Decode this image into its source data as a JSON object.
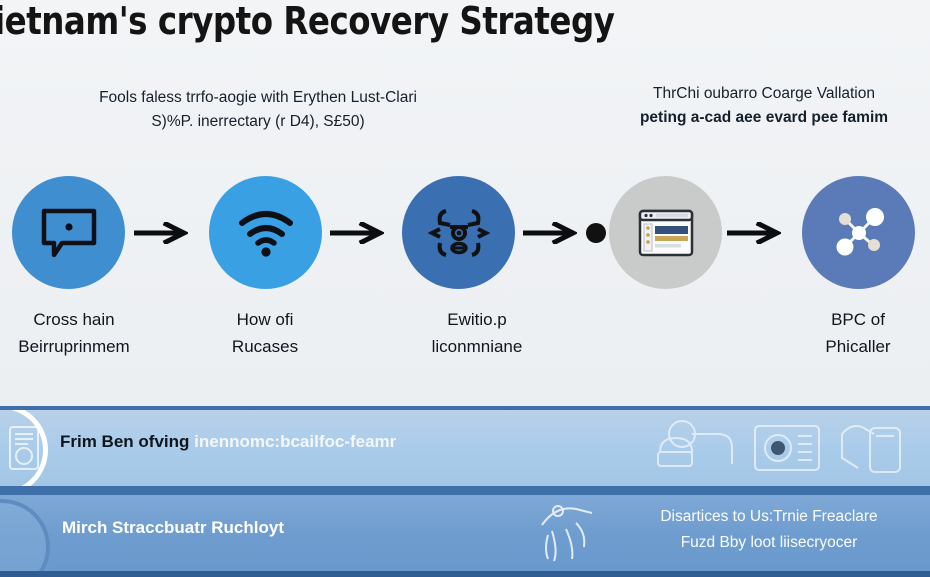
{
  "title": "ietnam's crypto Recovery Strategy",
  "captions": {
    "left": {
      "line1": "Fools faless trrfo-aogie with Erythen Lust-Clari",
      "line2": "S)%P. inerrectary (r D4), S£50)"
    },
    "right": {
      "line1": "ThrChi oubarro Coarge Vallation",
      "line2": "peting a-cad aee evard pee famim"
    }
  },
  "flow": {
    "nodes": [
      {
        "icon": "speech-bubble-icon",
        "color": "#3f8fd0",
        "label_line1": "Cross hain",
        "label_line2": "Beirruprinmem"
      },
      {
        "icon": "wifi-icon",
        "color": "#39a1e3",
        "label_line1": "How ofi",
        "label_line2": "Rucases"
      },
      {
        "icon": "chip-node-icon",
        "color": "#3a6fb2",
        "label_line1": "Ewitio.p",
        "label_line2": "liconmniane"
      },
      {
        "icon": "browser-window-icon",
        "color": "#c9cbcb",
        "label_line1": "",
        "label_line2": ""
      },
      {
        "icon": "network-molecule-icon",
        "color": "#5b7ab8",
        "label_line1": "BPC of",
        "label_line2": "Phicaller"
      }
    ],
    "connector_icon": "arrow-right-icon",
    "marker_icon": "black-dot-marker"
  },
  "banners": [
    {
      "text_bold": "Frim Ben ofving",
      "text_light": "inennomc:bcailfoc-feamr",
      "left_icon": "document-badge-icon",
      "right_icons": [
        "camera-rig-icon",
        "monitor-dial-icon",
        "phone-tablet-icon"
      ],
      "color": "#aaccea"
    },
    {
      "text_bold": "Mirch Straccbuatr Ruchloyt",
      "right_line1": "Disartices to Us:Trnie Freaclare",
      "right_line2": "Fuzd Bby loot liisecryocer",
      "left_icon": "circle-crop-icon",
      "right_icon": "antenna-figure-icon",
      "color": "#6e9ccf"
    }
  ]
}
